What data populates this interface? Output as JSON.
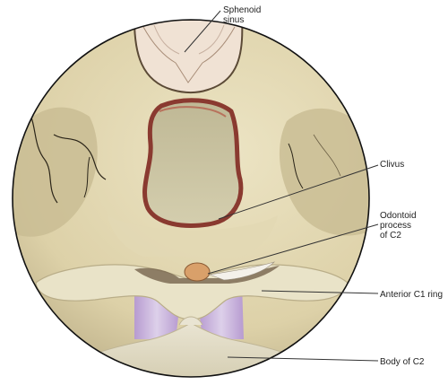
{
  "figure": {
    "labels": {
      "sphenoid_sinus": "Sphenoid\nsinus",
      "clivus": "Clivus",
      "odontoid_process": "Odontoid process\nof C2",
      "anterior_c1_ring": "Anterior C1 ring",
      "body_of_c2": "Body of C2"
    },
    "colors": {
      "bone": "#e6dcb8",
      "bone_shadow": "#bdb089",
      "cavity": "#c9c3a0",
      "sinus": "#e8d6c8",
      "cortex": "#8a3a30",
      "odontoid": "#d9a06a",
      "ligament": "#c9b3dd",
      "leader": "#333333"
    }
  }
}
